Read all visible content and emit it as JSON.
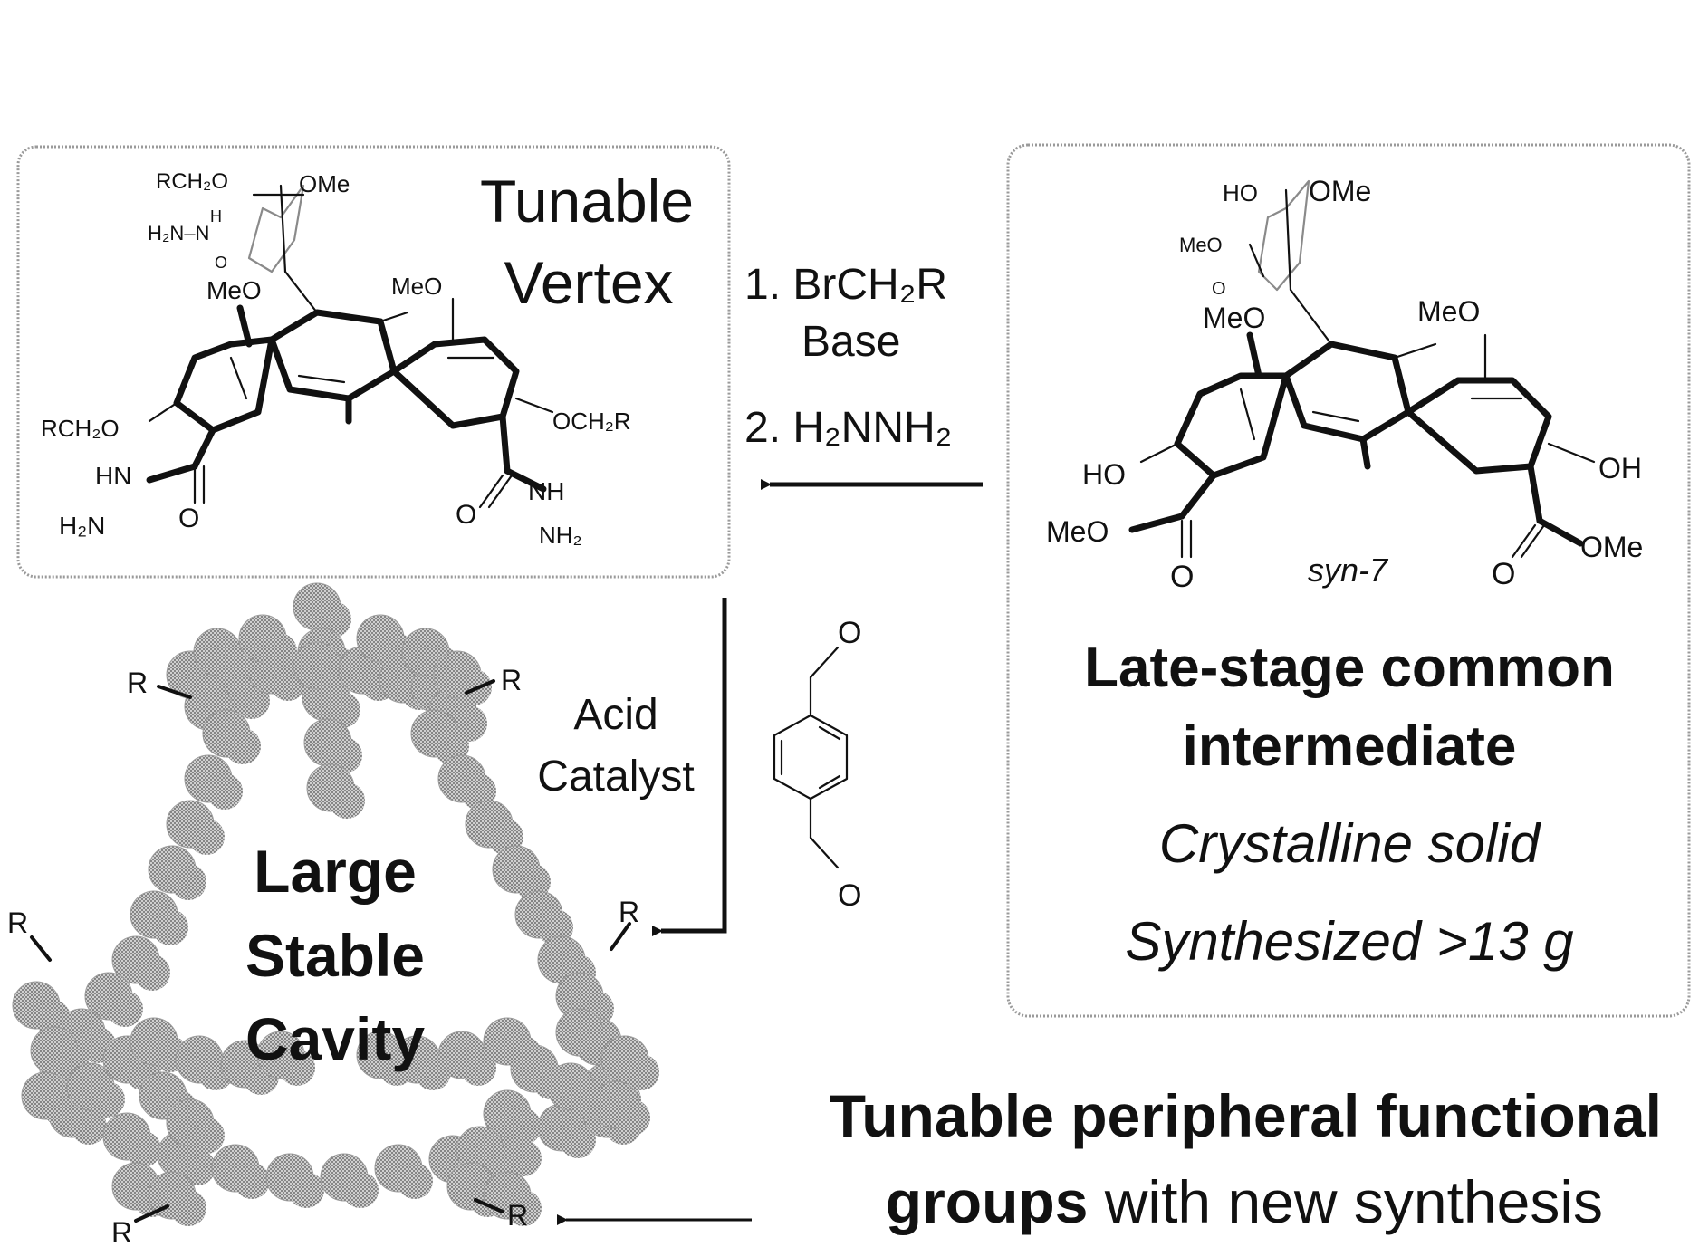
{
  "tunable_vertex": {
    "title_line1": "Tunable",
    "title_line2": "Vertex",
    "labels": [
      "RCH₂O",
      "OMe",
      "H",
      "H₂N–N",
      "O",
      "MeO",
      "MeO",
      "RCH₂O",
      "OCH₂R",
      "HN",
      "H₂N",
      "O",
      "O",
      "NH",
      "NH₂"
    ]
  },
  "reaction_step1": {
    "line1": "1. BrCH₂R",
    "line2": "Base",
    "line3": "2. H₂NNH₂"
  },
  "common_intermediate": {
    "labels": [
      "HO",
      "OMe",
      "MeO",
      "O",
      "MeO",
      "MeO",
      "HO",
      "OH",
      "MeO",
      "O",
      "O",
      "OMe"
    ],
    "compound_name": "syn-7",
    "title_line1": "Late-stage common",
    "title_line2": "intermediate",
    "note1": "Crystalline solid",
    "note2": "Synthesized >13 g"
  },
  "reaction_step2": {
    "line1": "Acid",
    "line2": "Catalyst",
    "reagent_labels": [
      "O",
      "O"
    ]
  },
  "cage": {
    "label_line1": "Large",
    "label_line2": "Stable",
    "label_line3": "Cavity",
    "r_labels": [
      "R",
      "R",
      "R",
      "R",
      "R",
      "R"
    ]
  },
  "footer": {
    "bold_line1": "Tunable peripheral functional",
    "bold_line2": "groups",
    "rest_line2": " with new synthesis"
  },
  "colors": {
    "ink": "#111111",
    "box_border": "#9a9a9a",
    "cage_gray": "#8c8c8c"
  }
}
